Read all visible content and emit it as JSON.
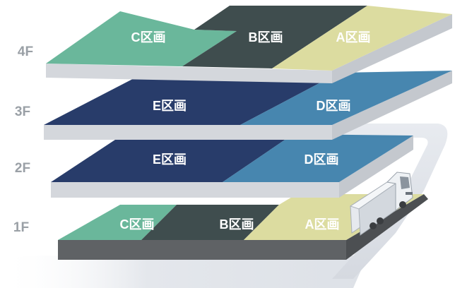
{
  "floors": [
    {
      "label": "4F",
      "zones": [
        "C区画",
        "B区画",
        "A区画"
      ]
    },
    {
      "label": "3F",
      "zones": [
        "E区画",
        "D区画"
      ]
    },
    {
      "label": "2F",
      "zones": [
        "E区画",
        "D区画"
      ]
    },
    {
      "label": "1F",
      "zones": [
        "C区画",
        "B区画",
        "A区画"
      ]
    }
  ],
  "colors": {
    "zone_a": "#dcdca0",
    "zone_b": "#3f4d4e",
    "zone_c": "#6ab79b",
    "zone_d": "#3b7eaa",
    "zone_e": "#1f3464",
    "slab_side": "#d4d7dc",
    "base_side": "#5f6265",
    "ramp": "#e6e9ee"
  }
}
